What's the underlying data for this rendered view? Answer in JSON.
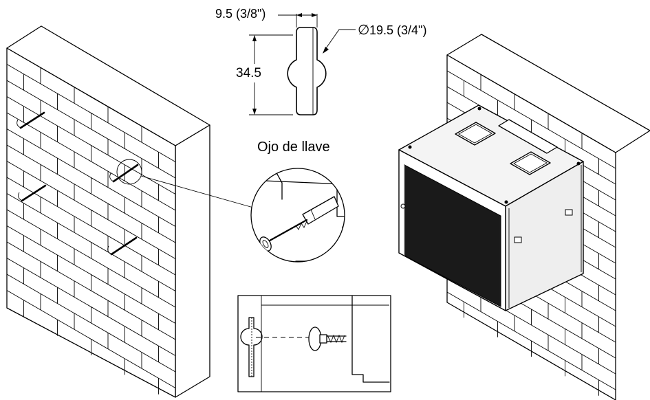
{
  "dimensions": {
    "slot_width": "9.5 (3/8\")",
    "head_diameter": "19.5 (3/4\")",
    "diameter_symbol": "∅",
    "slot_height": "34.5"
  },
  "caption": "Ojo de llave",
  "colors": {
    "line": "#000000",
    "background": "#ffffff",
    "door_mesh": "#1a1a1a",
    "cabinet_side": "#eeeeee",
    "cabinet_top": "#f4f4f4"
  }
}
